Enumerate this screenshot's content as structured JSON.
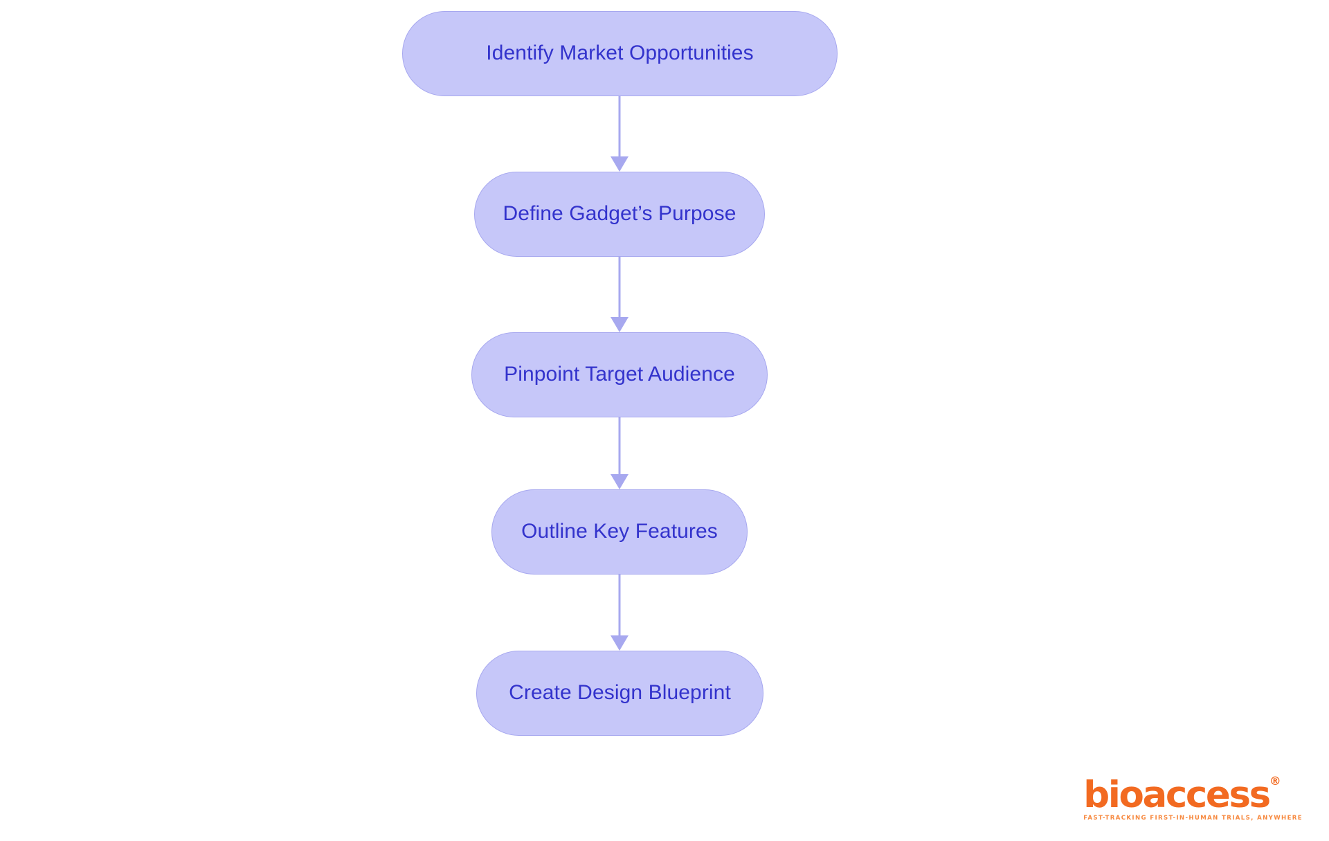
{
  "diagram": {
    "type": "flowchart",
    "orientation": "top-to-bottom",
    "background_color": "#ffffff",
    "node_fill_color": "#c6c7f9",
    "node_border_color": "#a7a8ef",
    "node_text_color": "#3333cc",
    "connector_color": "#a7a8ef",
    "nodes": [
      {
        "id": "n1",
        "label": "Identify Market Opportunities"
      },
      {
        "id": "n2",
        "label": "Define Gadget’s Purpose"
      },
      {
        "id": "n3",
        "label": "Pinpoint Target Audience"
      },
      {
        "id": "n4",
        "label": "Outline Key Features"
      },
      {
        "id": "n5",
        "label": "Create Design Blueprint"
      }
    ],
    "connectors": [
      {
        "from": "n1",
        "to": "n2",
        "arrow": "down-arrow-icon"
      },
      {
        "from": "n2",
        "to": "n3",
        "arrow": "down-arrow-icon"
      },
      {
        "from": "n3",
        "to": "n4",
        "arrow": "down-arrow-icon"
      },
      {
        "from": "n4",
        "to": "n5",
        "arrow": "down-arrow-icon"
      }
    ]
  },
  "brand": {
    "wordmark": "bioaccess",
    "registered_mark": "®",
    "tagline": "FAST-TRACKING FIRST-IN-HUMAN TRIALS, ANYWHERE",
    "color": "#f26a21"
  }
}
